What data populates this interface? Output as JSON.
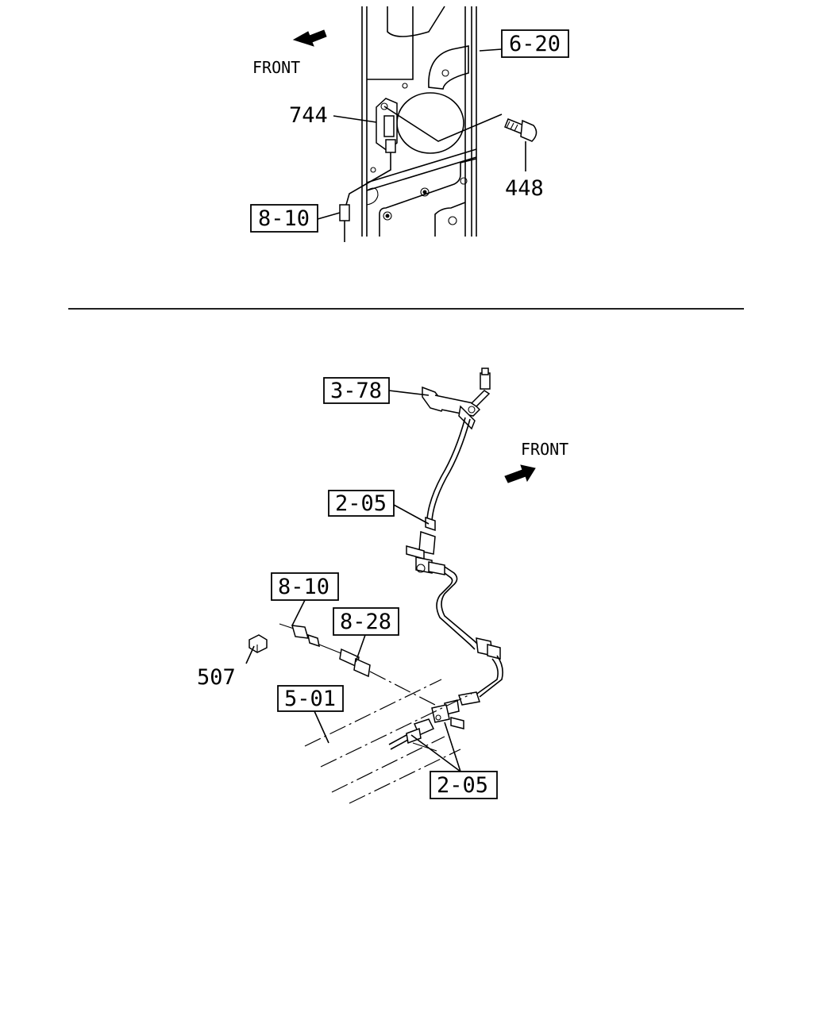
{
  "top_view": {
    "front_label": "FRONT",
    "refs": {
      "bracket_ref": "6-20",
      "harness_ref": "8-10"
    },
    "parts": {
      "sensor_part": "744",
      "bolt_part": "448"
    }
  },
  "bottom_view": {
    "front_label": "FRONT",
    "refs": {
      "clip_ref": "3-78",
      "hose_ref_upper": "2-05",
      "harness_ref": "8-10",
      "switch_ref": "8-28",
      "frame_ref": "5-01",
      "pipe_ref_lower": "2-05"
    },
    "parts": {
      "cap_part": "507"
    }
  }
}
